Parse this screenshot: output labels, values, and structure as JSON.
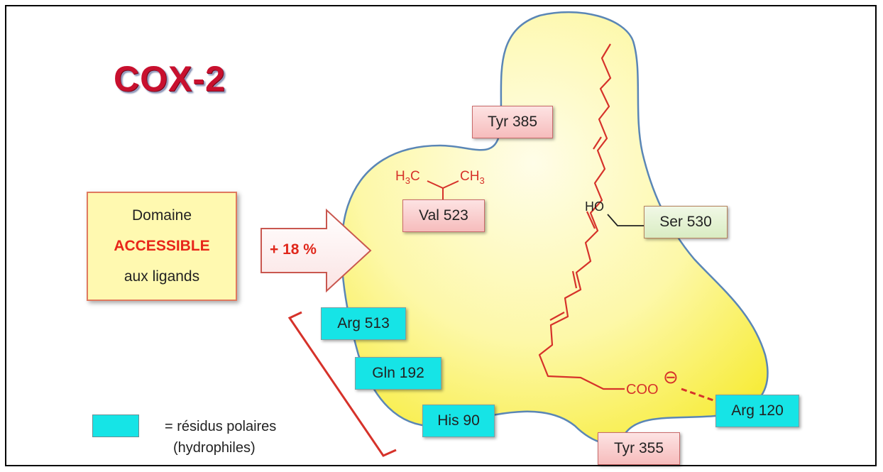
{
  "title": "COX-2",
  "domain_box": {
    "line1": "Domaine",
    "line2": "ACCESSIBLE",
    "line3": "aux ligands"
  },
  "arrow_label": "+ 18 %",
  "residues": {
    "tyr385": "Tyr 385",
    "val523": "Val 523",
    "ser530": "Ser 530",
    "arg513": "Arg 513",
    "gln192": "Gln 192",
    "his90": "His 90",
    "arg120": "Arg 120",
    "tyr355": "Tyr 355"
  },
  "chem_labels": {
    "h3c": "H",
    "h3c_sub": "3",
    "h3c_c": "C",
    "ch3_c": "CH",
    "ch3_sub": "3",
    "ho": "HO",
    "coo": "COO",
    "charge": "⊖"
  },
  "legend": {
    "line1": "= résidus polaires",
    "line2": "(hydrophiles)"
  },
  "colors": {
    "pocket_fill": "#fbf36a",
    "pocket_stroke": "#5a86b6",
    "ligand": "#d6322a",
    "polar_residue": "#16e4e6"
  }
}
